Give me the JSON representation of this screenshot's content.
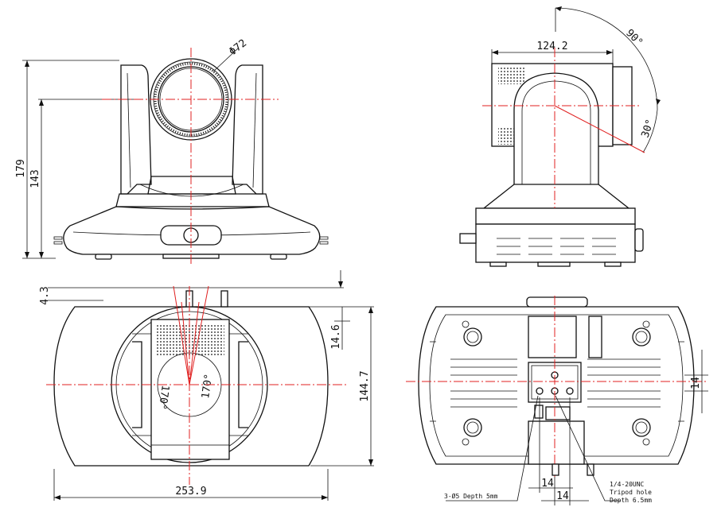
{
  "front_view": {
    "diameter_label": "Φ72",
    "height_total": "179",
    "height_to_lens_center": "143",
    "base_offset": "4.3"
  },
  "side_view": {
    "depth_label": "124.2",
    "tilt_up_angle": "90°",
    "tilt_down_angle": "30°"
  },
  "top_view": {
    "offset_label": "14.6",
    "depth_label": "144.7",
    "width_label": "253.9",
    "pan_left_angle": "170°",
    "pan_right_angle": "170°"
  },
  "bottom_view": {
    "hole_offset_vertical": "14",
    "hole_spacing_1": "14",
    "hole_spacing_2": "14",
    "screw_note": "3-Ø5 Depth 5mm",
    "tripod_line1": "1/4-20UNC",
    "tripod_line2": "Tripod hole",
    "tripod_line3": "Depth 6.5mm"
  },
  "colors": {
    "line": "#111111",
    "centerline": "#e02020"
  }
}
